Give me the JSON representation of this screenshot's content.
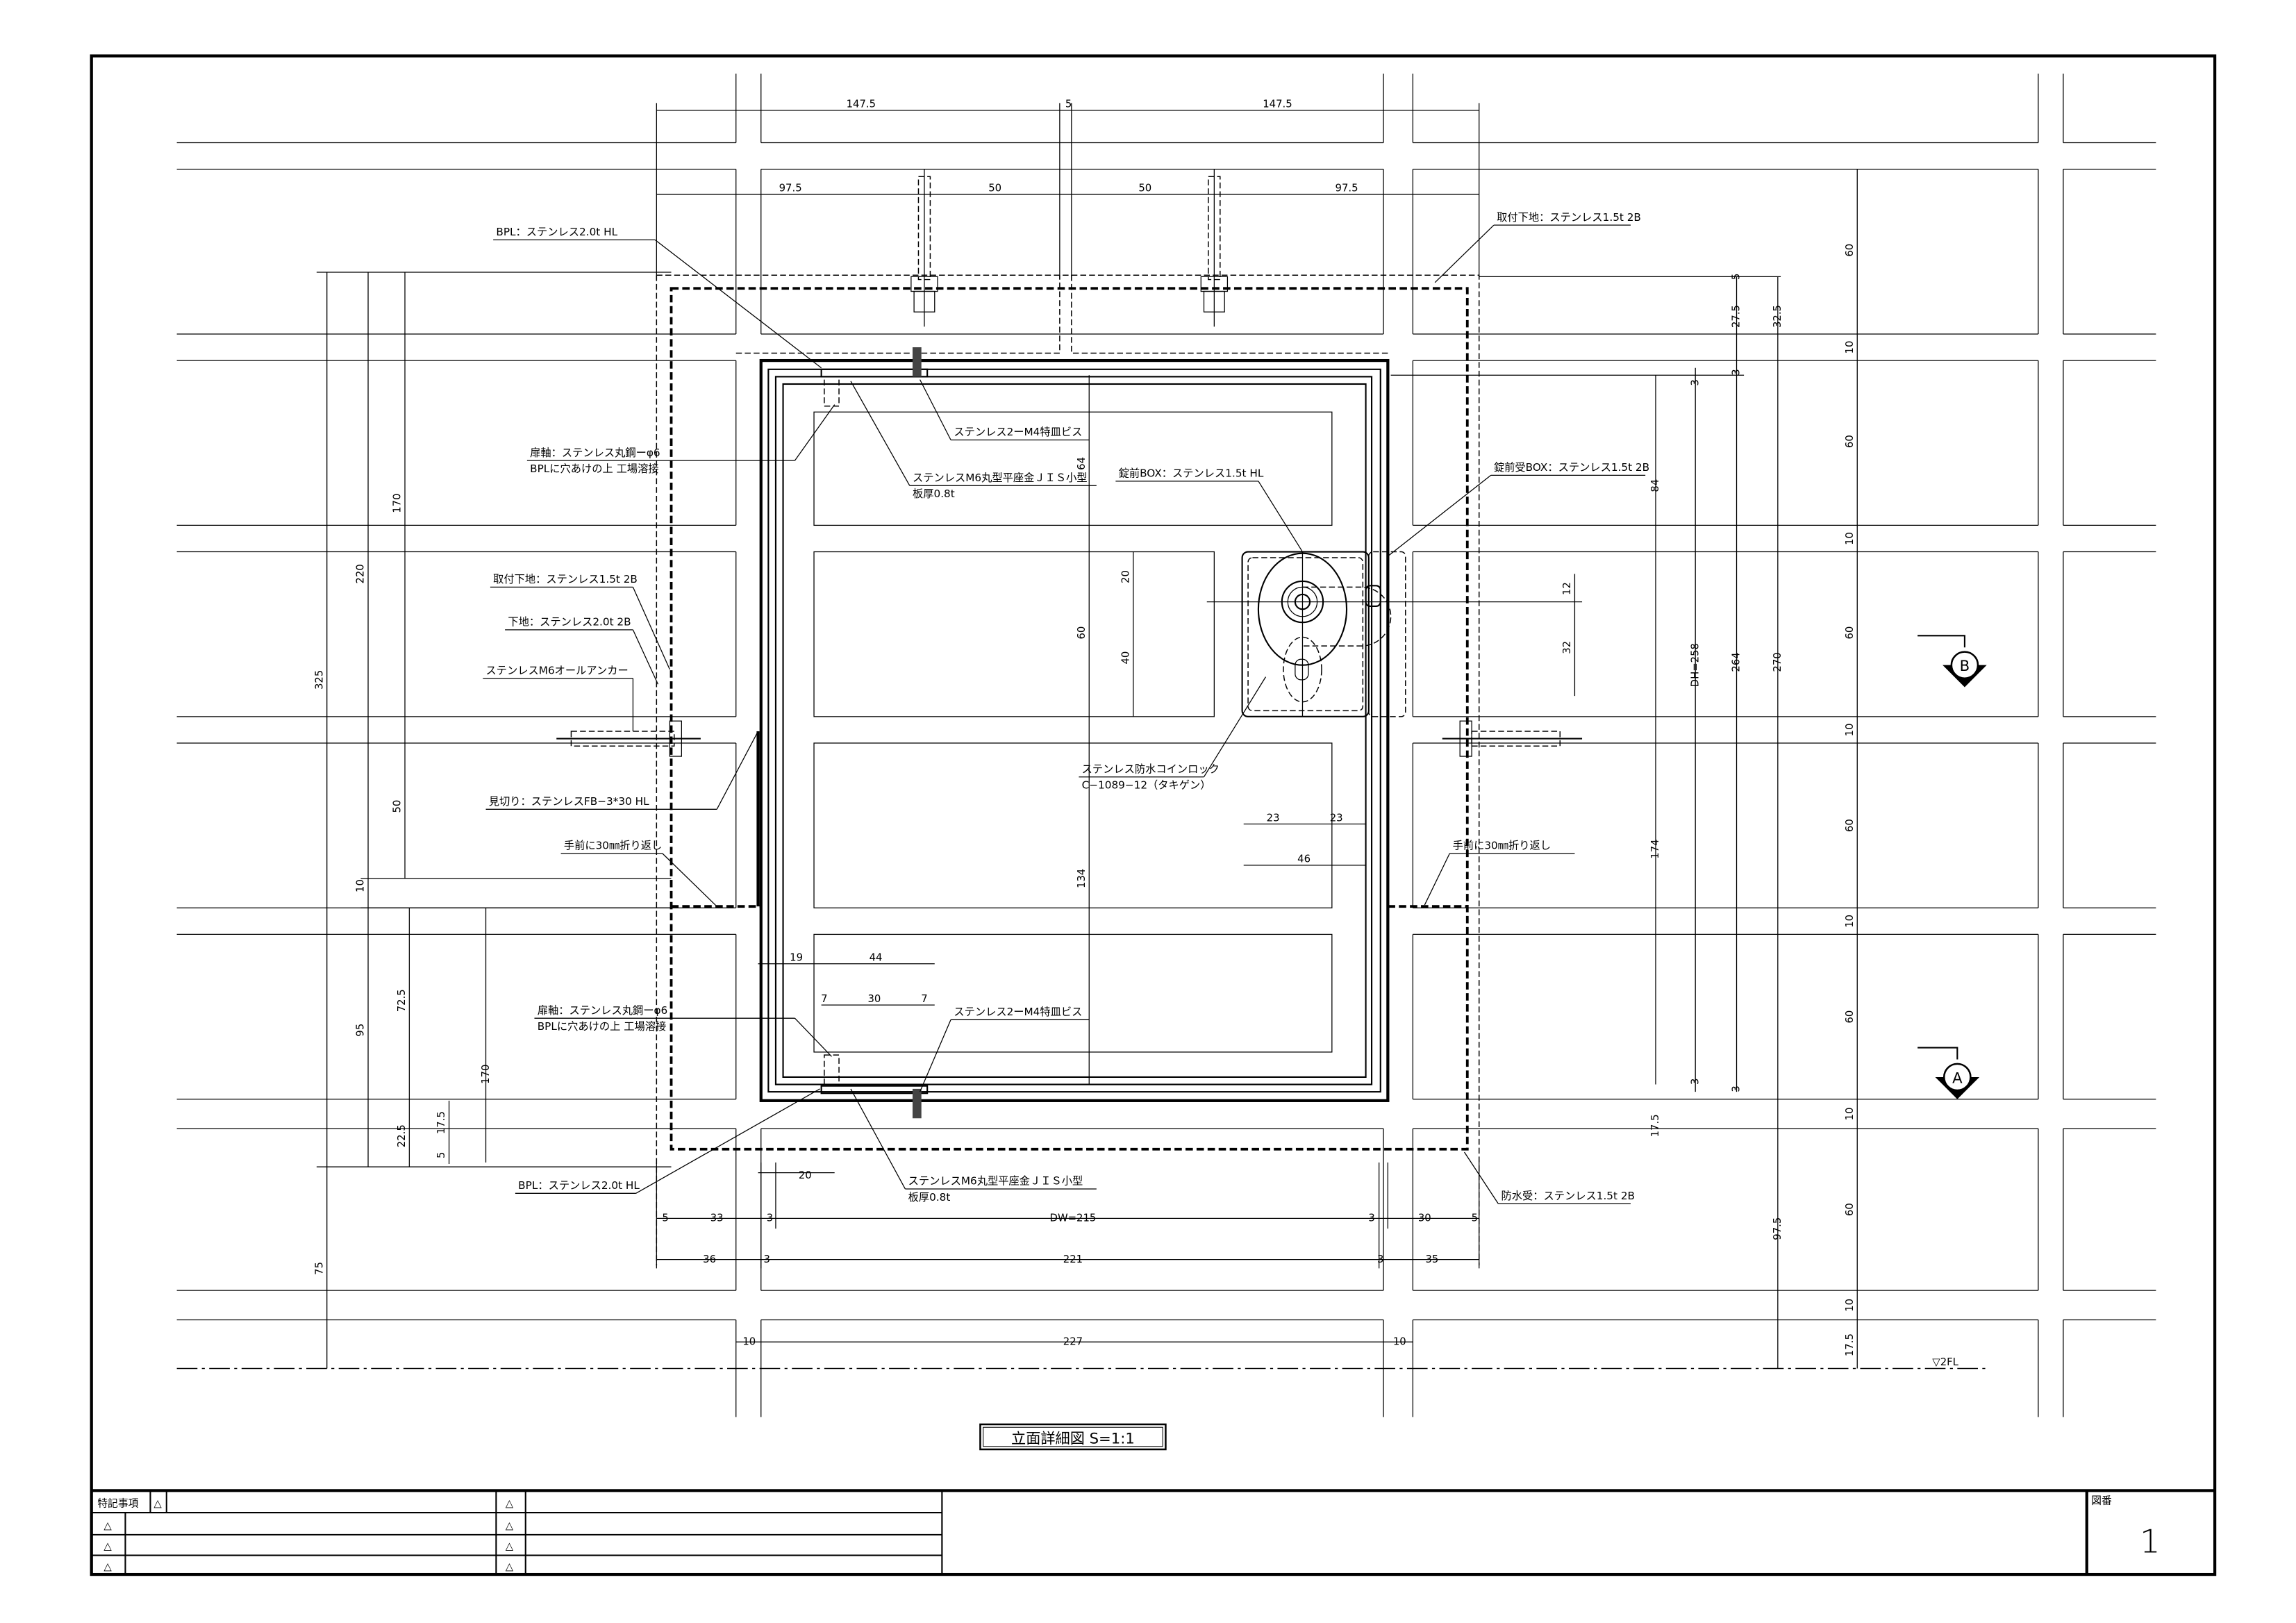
{
  "drawing": {
    "title": "立面詳細図 S=1:1",
    "floor_mark": "▽2FL",
    "section_markers": [
      "B",
      "A"
    ]
  },
  "labels": [
    {
      "lines": [
        "BPL：ステンレス2.0t HL"
      ]
    },
    {
      "lines": [
        "扉軸：ステンレス丸鋼ーφ6",
        "BPLに穴あけの上 工場溶接"
      ]
    },
    {
      "lines": [
        "ステンレス2ーM4特皿ビス"
      ]
    },
    {
      "lines": [
        "ステンレスM6丸型平座金ＪＩＳ小型",
        "板厚0.8t"
      ]
    },
    {
      "lines": [
        "取付下地：ステンレス1.5t 2B"
      ]
    },
    {
      "lines": [
        "下地：ステンレス2.0t 2B"
      ]
    },
    {
      "lines": [
        "ステンレスM6オールアンカー"
      ]
    },
    {
      "lines": [
        "見切り：ステンレスFB−3*30 HL"
      ]
    },
    {
      "lines": [
        "手前に30㎜折り返し"
      ]
    },
    {
      "lines": [
        "扉軸：ステンレス丸鋼ーφ6",
        "BPLに穴あけの上 工場溶接"
      ]
    },
    {
      "lines": [
        "BPL：ステンレス2.0t HL"
      ]
    },
    {
      "lines": [
        "ステンレスM6丸型平座金ＪＩＳ小型",
        "板厚0.8t"
      ]
    },
    {
      "lines": [
        "ステンレス2ーM4特皿ビス"
      ]
    },
    {
      "lines": [
        "錠前BOX：ステンレス1.5t HL"
      ]
    },
    {
      "lines": [
        "錠前受BOX：ステンレス1.5t 2B"
      ]
    },
    {
      "lines": [
        "ステンレス防水コインロック",
        "C−1089−12（タキゲン）"
      ]
    },
    {
      "lines": [
        "取付下地：ステンレス1.5t 2B"
      ]
    },
    {
      "lines": [
        "手前に30㎜折り返し"
      ]
    },
    {
      "lines": [
        "防水受：ステンレス1.5t 2B"
      ]
    }
  ],
  "dimensions": {
    "top": [
      "147.5",
      "5",
      "147.5",
      "97.5",
      "50",
      "50",
      "97.5"
    ],
    "left": [
      "325",
      "220",
      "170",
      "50",
      "10",
      "95",
      "72.5",
      "22.5",
      "17.5",
      "5",
      "170",
      "75"
    ],
    "center": [
      "64",
      "60",
      "134",
      "20",
      "40",
      "12",
      "32",
      "23",
      "23",
      "46",
      "19",
      "44",
      "7",
      "30",
      "7",
      "20"
    ],
    "right": [
      "5",
      "27.5",
      "32.5",
      "3",
      "3",
      "84",
      "DH=258",
      "264",
      "270",
      "174",
      "3",
      "3",
      "17.5",
      "97.5"
    ],
    "tile_column": [
      "60",
      "10",
      "60",
      "10",
      "60",
      "10",
      "60",
      "10",
      "60",
      "10",
      "60",
      "10",
      "17.5"
    ],
    "bottom": [
      "5",
      "33",
      "3",
      "DW=215",
      "3",
      "30",
      "5",
      "36",
      "3",
      "221",
      "3",
      "35",
      "10",
      "227",
      "10"
    ]
  },
  "title_block": {
    "notes_header": "特記事項",
    "revision_mark": "△",
    "drawing_no_label": "図番",
    "drawing_no": "1"
  }
}
